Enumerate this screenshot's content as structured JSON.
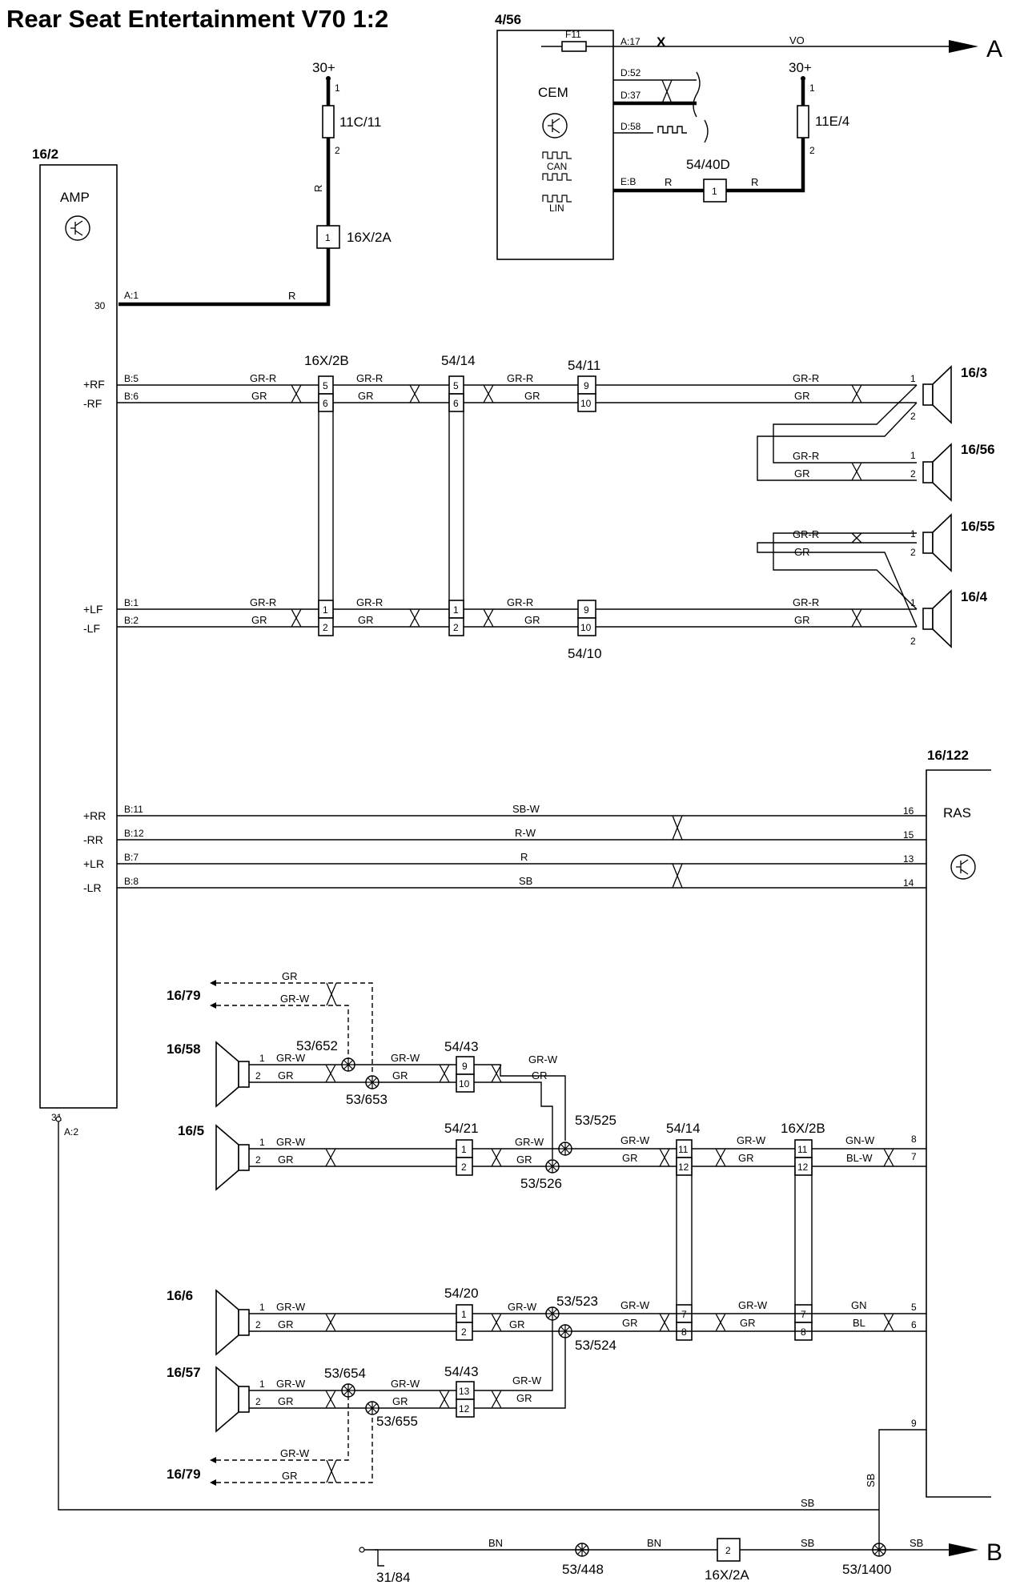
{
  "title": "Rear Seat Entertainment V70 1:2",
  "amp": {
    "id": "16/2",
    "name": "AMP",
    "pins": {
      "p30": "30",
      "p31": "31",
      "a1": "A:1",
      "a2": "A:2",
      "b5": "B:5",
      "b6": "B:6",
      "b1": "B:1",
      "b2": "B:2",
      "b11": "B:11",
      "b12": "B:12",
      "b7": "B:7",
      "b8": "B:8"
    },
    "signals": {
      "prf": "+RF",
      "mrf": "-RF",
      "plf": "+LF",
      "mlf": "-LF",
      "prr": "+RR",
      "mrr": "-RR",
      "plr": "+LR",
      "mlr": "-LR"
    }
  },
  "cem": {
    "id": "4/56",
    "name": "CEM",
    "fuse": "F11",
    "pins": {
      "a17": "A:17",
      "d52": "D:52",
      "d37": "D:37",
      "d58": "D:58",
      "eb": "E:B"
    },
    "can": "CAN",
    "lin": "LIN",
    "x": "X",
    "vo": "VO"
  },
  "ras": {
    "id": "16/122",
    "name": "RAS",
    "pins": [
      "16",
      "15",
      "13",
      "14",
      "8",
      "7",
      "5",
      "6",
      "9"
    ]
  },
  "supply": {
    "plus30": "30+",
    "fuse1": "11C/11",
    "fuse2": "11E/4",
    "pin1": "1",
    "pin2": "2"
  },
  "connectors": {
    "c16x2a": "16X/2A",
    "c16x2b": "16X/2B",
    "c5414": "54/14",
    "c5411": "54/11",
    "c5410": "54/10",
    "c5440d": "54/40D",
    "c5443": "54/43",
    "c5421": "54/21",
    "c5420": "54/20"
  },
  "splices": {
    "s53652": "53/652",
    "s53653": "53/653",
    "s53525": "53/525",
    "s53526": "53/526",
    "s53523": "53/523",
    "s53524": "53/524",
    "s53654": "53/654",
    "s53655": "53/655",
    "s53448": "53/448",
    "s531400": "53/1400"
  },
  "speakers": {
    "s163": "16/3",
    "s1656": "16/56",
    "s1655": "16/55",
    "s164": "16/4",
    "s1658": "16/58",
    "s165": "16/5",
    "s166": "16/6",
    "s1657": "16/57",
    "s1679": "16/79"
  },
  "colors": {
    "r": "R",
    "grr": "GR-R",
    "gr": "GR",
    "grw": "GR-W",
    "sbw": "SB-W",
    "rw": "R-W",
    "sb": "SB",
    "gnw": "GN-W",
    "blw": "BL-W",
    "gn": "GN",
    "bl": "BL",
    "bn": "BN"
  },
  "refs": {
    "a": "A",
    "b": "B"
  },
  "ground": "31/84",
  "cpins": {
    "n1": "1",
    "n2": "2",
    "n5": "5",
    "n6": "6",
    "n7": "7",
    "n8": "8",
    "n9": "9",
    "n10": "10",
    "n11": "11",
    "n12": "12",
    "n13": "13"
  }
}
